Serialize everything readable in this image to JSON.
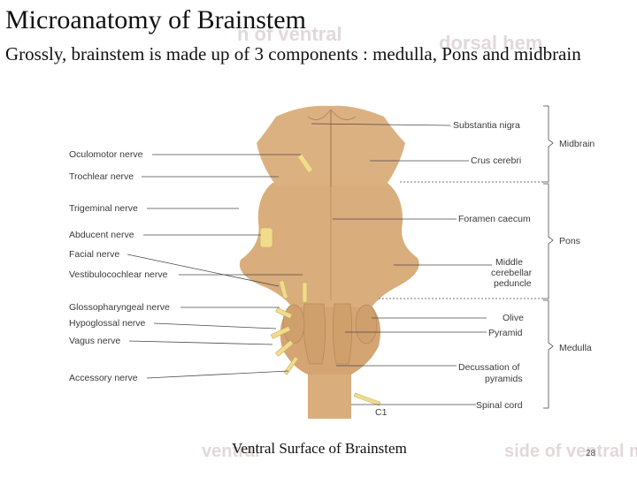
{
  "slide": {
    "title": "Microanatomy of Brainstem",
    "body": " Grossly, brainstem  is made up of 3 components : medulla, Pons and midbrain",
    "caption": "Ventral Surface  of Brainstem",
    "page_number": "28"
  },
  "figure": {
    "left_labels": [
      "Oculomotor nerve",
      "Trochlear nerve",
      "Trigeminal nerve",
      "Abducent nerve",
      "Facial nerve",
      "Vestibulocochlear nerve",
      "Glossopharyngeal nerve",
      "Hypoglossal nerve",
      "Vagus nerve",
      "Accessory nerve"
    ],
    "right_labels": [
      "Substantia nigra",
      "Crus cerebri",
      "Foramen caecum",
      "Middle",
      "cerebellar",
      "peduncle",
      "Olive",
      "Pyramid",
      "Decussation of",
      "pyramids",
      "Spinal cord"
    ],
    "c1_label": "C1",
    "regions": [
      "Midbrain",
      "Pons",
      "Medulla"
    ]
  },
  "colors": {
    "tissue": "#d9ad7c",
    "tissue_dark": "#b8895a",
    "nerve": "#f0dc8c",
    "watermark": "#e3d8d8"
  }
}
